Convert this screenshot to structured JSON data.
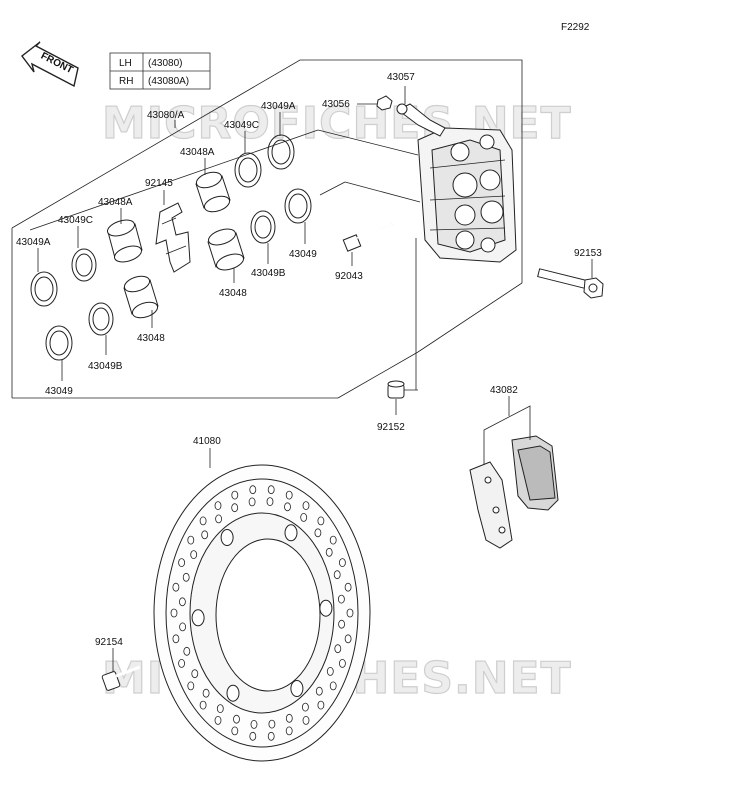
{
  "figure_code": "F2292",
  "front_label": "FRONT",
  "variant_table": [
    {
      "side": "LH",
      "part": "(43080)"
    },
    {
      "side": "RH",
      "part": "(43080A)"
    }
  ],
  "watermark": "MICROFICHES.NET",
  "callouts": {
    "c43057": "43057",
    "c43056": "43056",
    "c43049A_top": "43049A",
    "c43080A": "43080/A",
    "c43049C_top": "43049C",
    "c43048A_top": "43048A",
    "c92145": "92145",
    "c43048A_left": "43048A",
    "c43049C_left": "43049C",
    "c43049A_left": "43049A",
    "c43049_mid": "43049",
    "c43049B_mid": "43049B",
    "c43048_mid": "43048",
    "c92043": "92043",
    "c92153": "92153",
    "c43048_low": "43048",
    "c43049B_low": "43049B",
    "c43049_low": "43049",
    "c92152": "92152",
    "c43082": "43082",
    "c41080": "41080",
    "c92154": "92154"
  }
}
